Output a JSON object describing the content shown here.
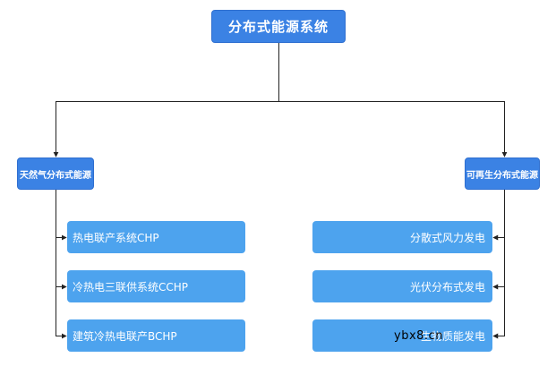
{
  "root": {
    "label": "分布式能源系统"
  },
  "branches": [
    {
      "label": "天然气分布式能源",
      "children": [
        {
          "label": "热电联产系统CHP"
        },
        {
          "label": "冷热电三联供系统CCHP"
        },
        {
          "label": "建筑冷热电联产BCHP"
        }
      ]
    },
    {
      "label": "可再生分布式能源",
      "children": [
        {
          "label": "分散式风力发电"
        },
        {
          "label": "光伏分布式发电"
        },
        {
          "label": "生物质能发电"
        }
      ]
    }
  ],
  "watermark": "ybx8.cn",
  "colors": {
    "node_dark": "#3b82e4",
    "node_light": "#4da3ee",
    "connector": "#222222"
  }
}
